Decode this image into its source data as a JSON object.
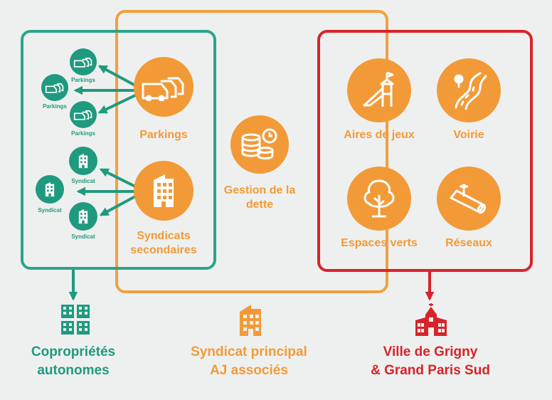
{
  "colors": {
    "green": "#1f9a7e",
    "orange": "#f29a38",
    "red": "#d8232a",
    "background": "#eef0ef"
  },
  "green_group": {
    "main_parking_label": "Parkings",
    "main_syndicat_label": "Syndicats secondaires",
    "small_parking_labels": [
      "Parkings",
      "Parkings",
      "Parkings"
    ],
    "small_syndicat_labels": [
      "Syndicat",
      "Syndicat",
      "Syndicat"
    ],
    "icons": [
      "cars-icon",
      "building-icon"
    ]
  },
  "orange_group": {
    "debt_label": "Gestion de la dette",
    "icon": "coins-clock-icon"
  },
  "red_group": {
    "items": [
      {
        "label": "Aires de jeux",
        "icon": "playground-slide-icon"
      },
      {
        "label": "Voirie",
        "icon": "road-icon"
      },
      {
        "label": "Espaces verts",
        "icon": "tree-icon"
      },
      {
        "label": "Réseaux",
        "icon": "pipe-valve-icon"
      }
    ]
  },
  "bottom": {
    "left_title_line1": "Copropriétés",
    "left_title_line2": "autonomes",
    "center_title_line1": "Syndicat principal",
    "center_title_line2": "AJ associés",
    "right_title_line1": "Ville de Grigny",
    "right_title_line2": "& Grand Paris Sud"
  }
}
